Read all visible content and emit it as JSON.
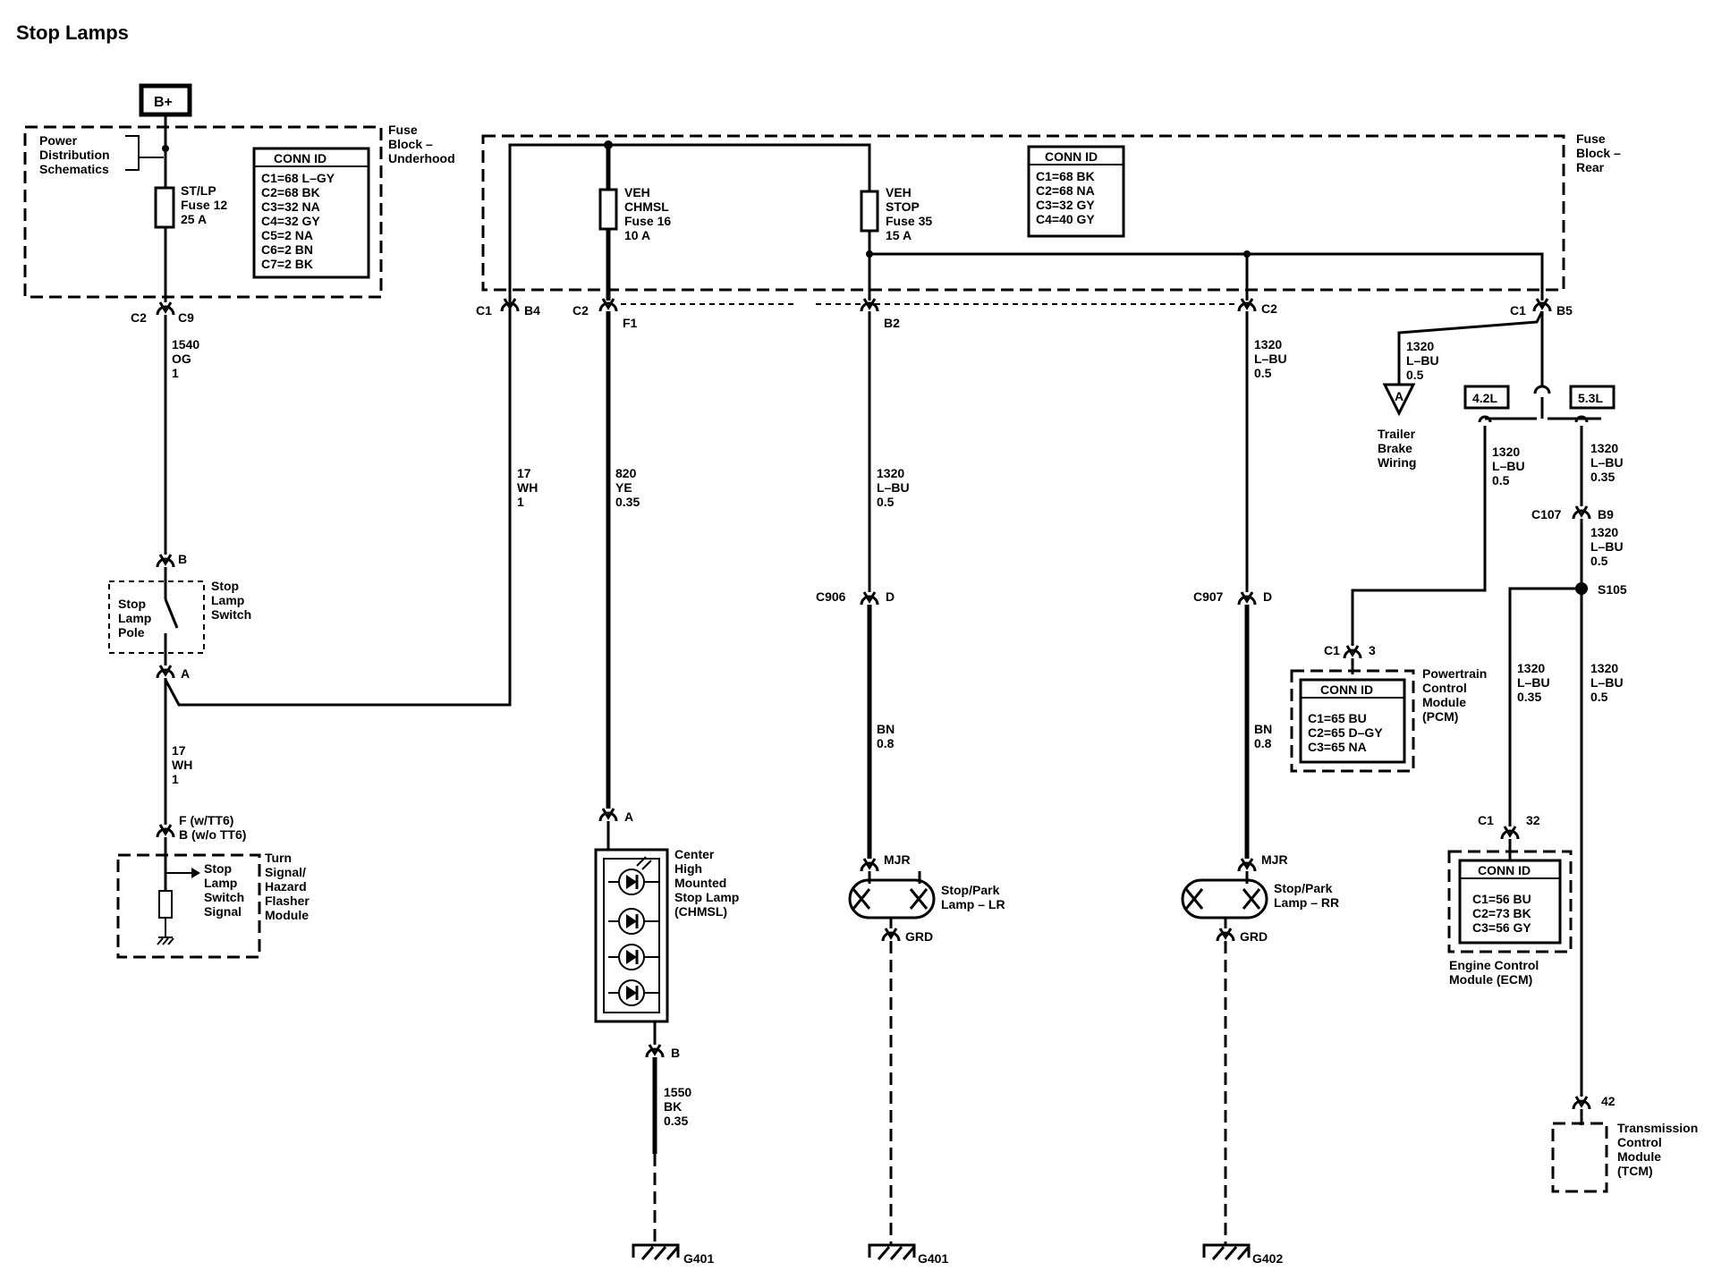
{
  "title": "Stop Lamps",
  "battery": "B+",
  "underhood": {
    "power_dist": [
      "Power",
      "Distribution",
      "Schematics"
    ],
    "fuse": [
      "ST/LP",
      "Fuse 12",
      "25 A"
    ],
    "conn_title": "CONN ID",
    "conn_rows": [
      "C1=68 L–GY",
      "C2=68 BK",
      "C3=32 NA",
      "C4=32 GY",
      "C5=2 NA",
      "C6=2 BN",
      "C7=2 BK"
    ],
    "block_label": [
      "Fuse",
      "Block –",
      "Underhood"
    ],
    "conn_c2": "C2",
    "pin_c9": "C9"
  },
  "rear": {
    "block_label": [
      "Fuse",
      "Block –",
      "Rear"
    ],
    "conn_title": "CONN ID",
    "conn_rows": [
      "C1=68 BK",
      "C2=68 NA",
      "C3=32 GY",
      "C4=40 GY"
    ],
    "fuse16": [
      "VEH",
      "CHMSL",
      "Fuse 16",
      "10 A"
    ],
    "fuse35": [
      "VEH",
      "STOP",
      "Fuse 35",
      "15 A"
    ],
    "c1_b4": [
      "C1",
      "B4"
    ],
    "c2_f1": [
      "C2",
      "F1"
    ],
    "b2": "B2",
    "c2": "C2",
    "c1_b5": [
      "C1",
      "B5"
    ]
  },
  "wires": {
    "w1540": [
      "1540",
      "OG",
      "1"
    ],
    "w17_upper": [
      "17",
      "WH",
      "1"
    ],
    "w820": [
      "820",
      "YE",
      "0.35"
    ],
    "w1320_lr": [
      "1320",
      "L–BU",
      "0.5"
    ],
    "w1320_rr": [
      "1320",
      "L–BU",
      "0.5"
    ],
    "w1320_trailer": [
      "1320",
      "L–BU",
      "0.5"
    ],
    "w1320_42": [
      "1320",
      "L–BU",
      "0.5"
    ],
    "w1320_53": [
      "1320",
      "L–BU",
      "0.35"
    ],
    "w1320_c107": [
      "1320",
      "L–BU",
      "0.5"
    ],
    "w1320_ecm": [
      "1320",
      "L–BU",
      "0.35"
    ],
    "w1320_tcm": [
      "1320",
      "L–BU",
      "0.5"
    ],
    "w17_lower": [
      "17",
      "WH",
      "1"
    ],
    "bn_lr": [
      "BN",
      "0.8"
    ],
    "bn_rr": [
      "BN",
      "0.8"
    ],
    "w1550": [
      "1550",
      "BK",
      "0.35"
    ]
  },
  "switch": {
    "pin_b": "B",
    "pin_a": "A",
    "pole": [
      "Stop",
      "Lamp",
      "Pole"
    ],
    "name": [
      "Stop",
      "Lamp",
      "Switch"
    ]
  },
  "flasher": {
    "pins": [
      "F (w/TT6)",
      "B (w/o TT6)"
    ],
    "signal": [
      "Stop",
      "Lamp",
      "Switch",
      "Signal"
    ],
    "name": [
      "Turn",
      "Signal/",
      "Hazard",
      "Flasher",
      "Module"
    ]
  },
  "chmsl": {
    "pin_a": "A",
    "pin_b": "B",
    "name": [
      "Center",
      "High",
      "Mounted",
      "Stop Lamp",
      "(CHMSL)"
    ],
    "ground": "G401"
  },
  "lamp_lr": {
    "conn": "C906",
    "pin": "D",
    "mjr": "MJR",
    "grd": "GRD",
    "name": [
      "Stop/Park",
      "Lamp – LR"
    ],
    "ground": "G401"
  },
  "lamp_rr": {
    "conn": "C907",
    "pin": "D",
    "mjr": "MJR",
    "grd": "GRD",
    "name": [
      "Stop/Park",
      "Lamp – RR"
    ],
    "ground": "G402"
  },
  "trailer": {
    "ref": "A",
    "name": [
      "Trailer",
      "Brake",
      "Wiring"
    ]
  },
  "engines": [
    "4.2L",
    "5.3L"
  ],
  "c107": [
    "C107",
    "B9"
  ],
  "splice": "S105",
  "pcm": {
    "pins": [
      "C1",
      "3"
    ],
    "conn_title": "CONN ID",
    "conn_rows": [
      "C1=65 BU",
      "C2=65 D–GY",
      "C3=65 NA"
    ],
    "name": [
      "Powertrain",
      "Control",
      "Module",
      "(PCM)"
    ]
  },
  "ecm": {
    "pins": [
      "C1",
      "32"
    ],
    "conn_title": "CONN ID",
    "conn_rows": [
      "C1=56 BU",
      "C2=73 BK",
      "C3=56 GY"
    ],
    "name": [
      "Engine Control",
      "Module (ECM)"
    ]
  },
  "tcm": {
    "pin": "42",
    "name": [
      "Transmission",
      "Control",
      "Module",
      "(TCM)"
    ]
  }
}
